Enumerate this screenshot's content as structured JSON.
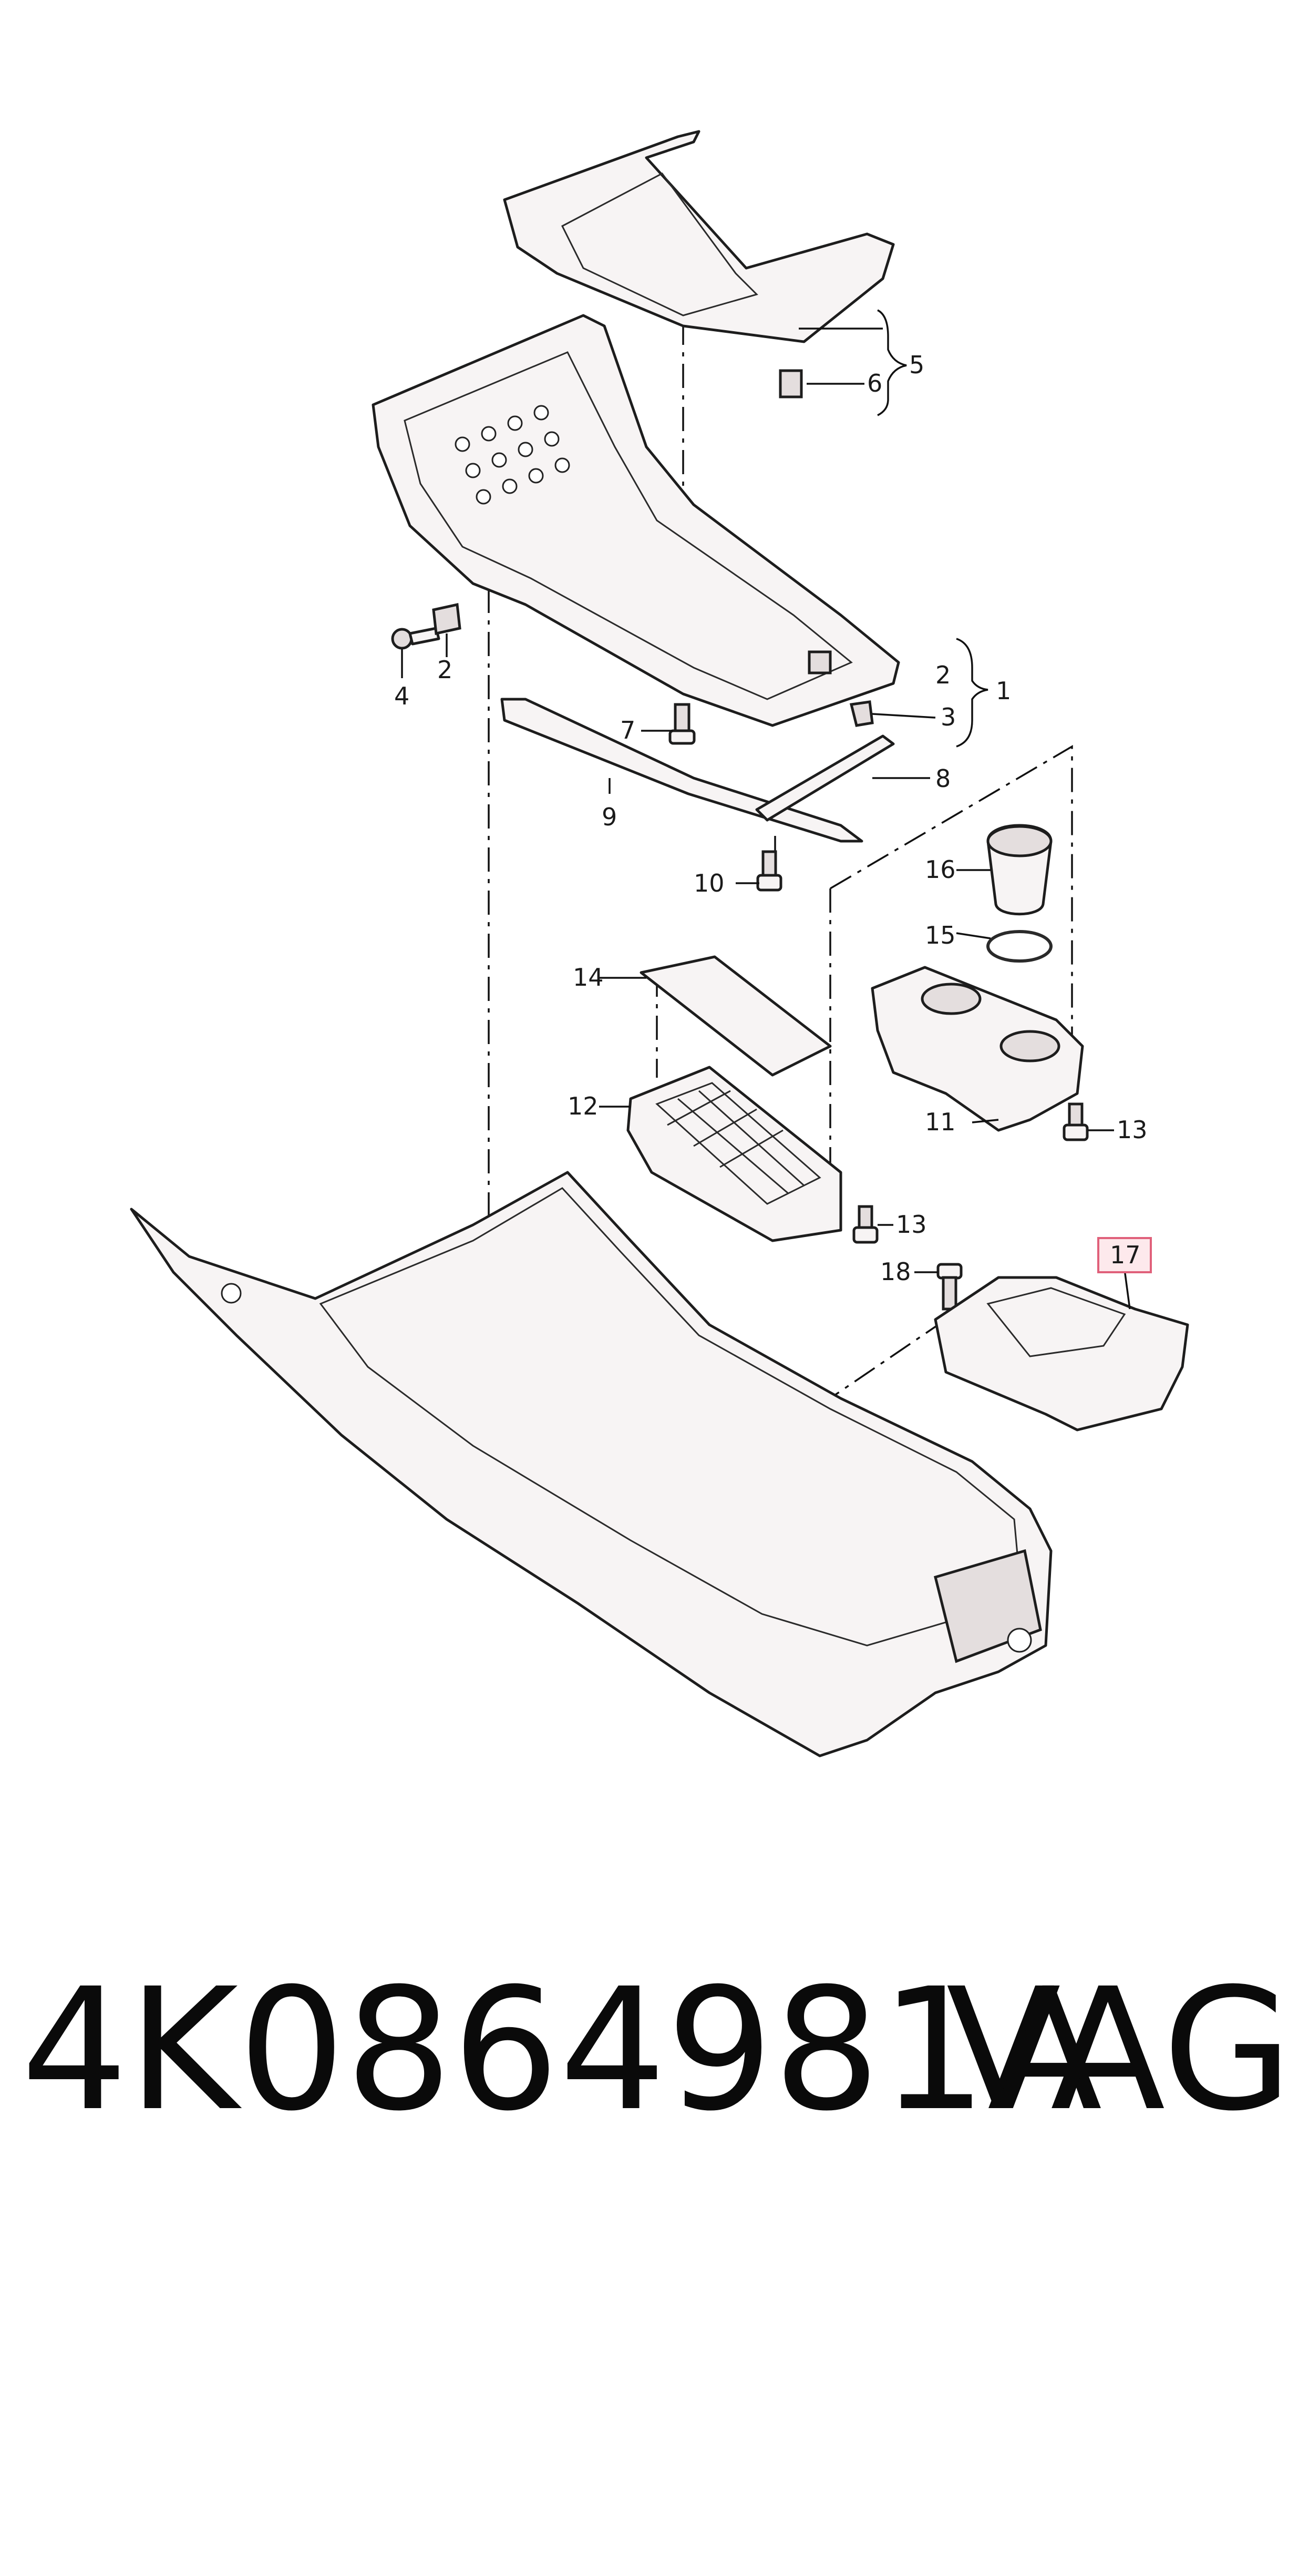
{
  "diagram": {
    "callouts": [
      {
        "id": "c1",
        "label": "1"
      },
      {
        "id": "c2a",
        "label": "2"
      },
      {
        "id": "c2b",
        "label": "2"
      },
      {
        "id": "c3",
        "label": "3"
      },
      {
        "id": "c4",
        "label": "4"
      },
      {
        "id": "c5",
        "label": "5"
      },
      {
        "id": "c6",
        "label": "6"
      },
      {
        "id": "c7",
        "label": "7"
      },
      {
        "id": "c8",
        "label": "8"
      },
      {
        "id": "c9",
        "label": "9"
      },
      {
        "id": "c10",
        "label": "10"
      },
      {
        "id": "c11",
        "label": "11"
      },
      {
        "id": "c12",
        "label": "12"
      },
      {
        "id": "c13a",
        "label": "13"
      },
      {
        "id": "c13b",
        "label": "13"
      },
      {
        "id": "c14",
        "label": "14"
      },
      {
        "id": "c15",
        "label": "15"
      },
      {
        "id": "c16",
        "label": "16"
      },
      {
        "id": "c17",
        "label": "17",
        "highlighted": true
      },
      {
        "id": "c18",
        "label": "18"
      }
    ],
    "highlight_color": "#e0607a"
  },
  "caption": {
    "part_number": "4K0864981A",
    "brand": "VAG"
  }
}
